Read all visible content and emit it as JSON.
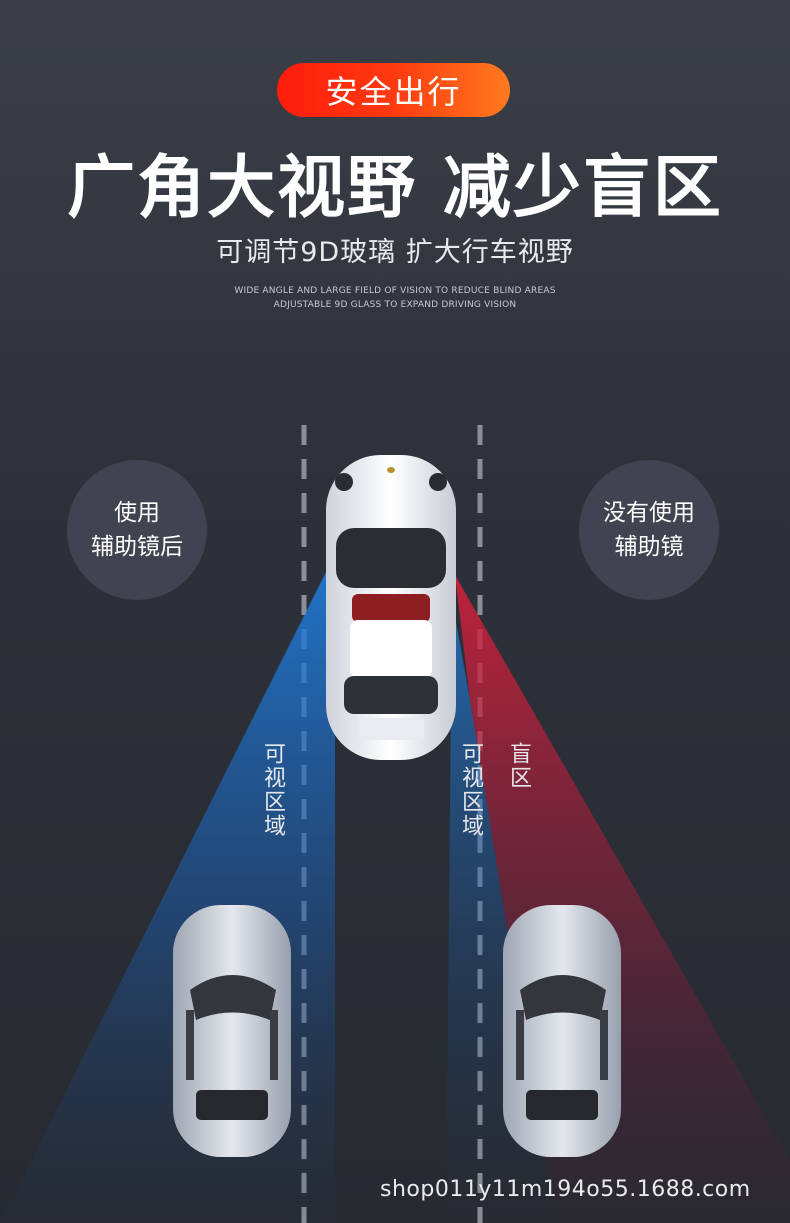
{
  "badge": {
    "label": "安全出行"
  },
  "headline": "广角大视野 减少盲区",
  "subline": "可调节9D玻璃 扩大行车视野",
  "english": {
    "line1": "WIDE ANGLE AND LARGE FIELD OF VISION TO REDUCE BLIND AREAS",
    "line2": "ADJUSTABLE 9D GLASS TO EXPAND DRIVING VISION"
  },
  "left_circle": {
    "line1": "使用",
    "line2": "辅助镜后"
  },
  "right_circle": {
    "line1": "没有使用",
    "line2": "辅助镜"
  },
  "labels": {
    "visible_left": "可视区域",
    "visible_right": "可视区域",
    "blind": "盲区"
  },
  "watermark": "shop011y11m194o55.1688.com",
  "colors": {
    "badge_start": "#ff1c0c",
    "badge_end": "#ff7a1e",
    "visible_zone": "#1e6fd0",
    "blind_zone": "#c2203e",
    "background": "#2d3139"
  }
}
